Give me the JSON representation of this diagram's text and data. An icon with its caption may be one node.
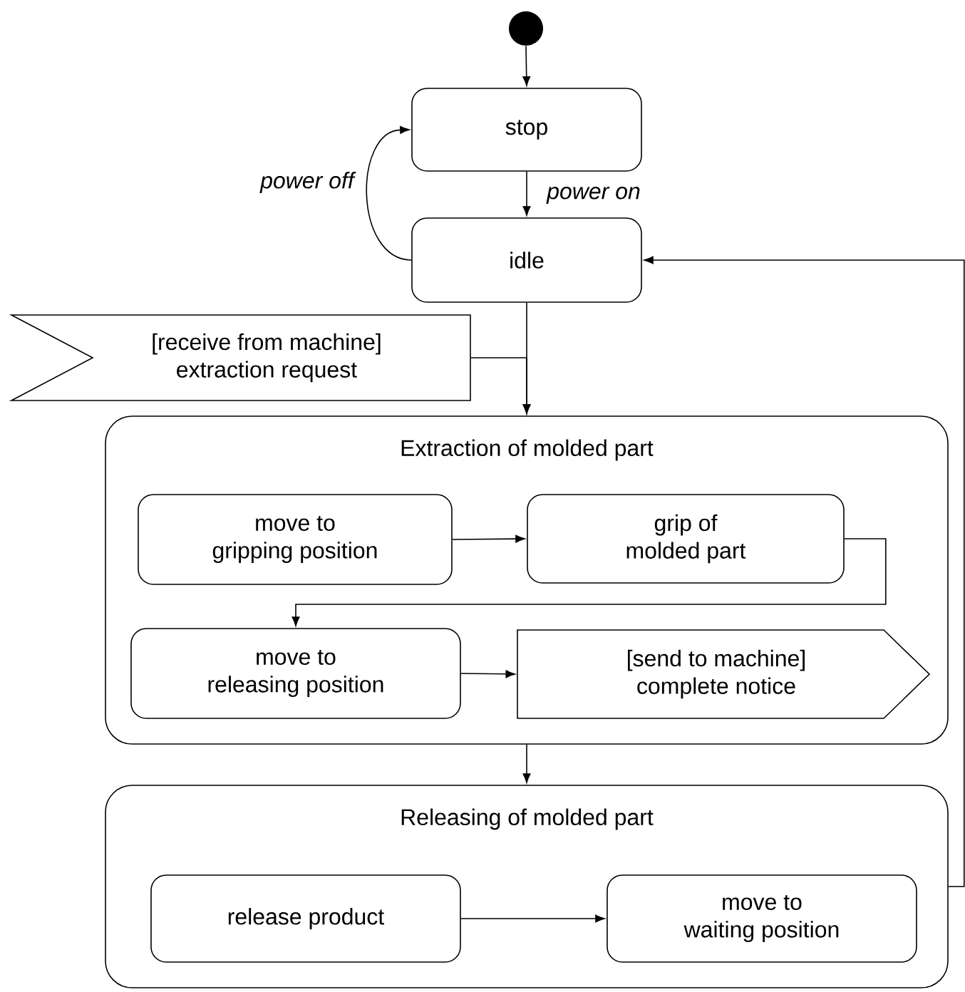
{
  "diagram": {
    "nodes": [
      {
        "text": [],
        "shape": "circle"
      },
      {
        "text": [
          "stop"
        ]
      },
      {
        "text": [
          "idle"
        ]
      },
      {
        "text": [
          "[receive from machine] extraction request"
        ]
      },
      {
        "text": [
          "Extraction of molded part"
        ]
      },
      {
        "text": [
          "move to gripping position"
        ],
        "in": 4
      },
      {
        "text": [
          "grip of molded part"
        ],
        "in": 4
      },
      {
        "text": [
          "move to releasing position"
        ],
        "in": 4
      },
      {
        "text": [
          "[send to machine] complete notice"
        ],
        "in": 4
      },
      {
        "text": [
          "Releasing of molded part"
        ]
      },
      {
        "text": [
          "release product"
        ],
        "in": 9
      },
      {
        "text": [
          "move to waiting position"
        ],
        "in": 9
      }
    ],
    "edges": [
      {
        "from": 0,
        "to": 1,
        "arrow": "to"
      },
      {
        "from": 1,
        "to": 2,
        "arrow": "to",
        "label": "power on"
      },
      {
        "from": 2,
        "to": 1,
        "arrow": "to",
        "label": "power off"
      },
      {
        "from": 2,
        "to": 4,
        "arrow": "to"
      },
      {
        "from": 3,
        "to": 4,
        "arrow": "to"
      },
      {
        "from": 5,
        "to": 6,
        "arrow": "to"
      },
      {
        "from": 6,
        "to": 7,
        "arrow": "to"
      },
      {
        "from": 7,
        "to": 8,
        "arrow": "to"
      },
      {
        "from": 4,
        "to": 9,
        "arrow": "to"
      },
      {
        "from": 10,
        "to": 11,
        "arrow": "to"
      },
      {
        "from": 9,
        "to": 2,
        "arrow": "to"
      }
    ]
  }
}
